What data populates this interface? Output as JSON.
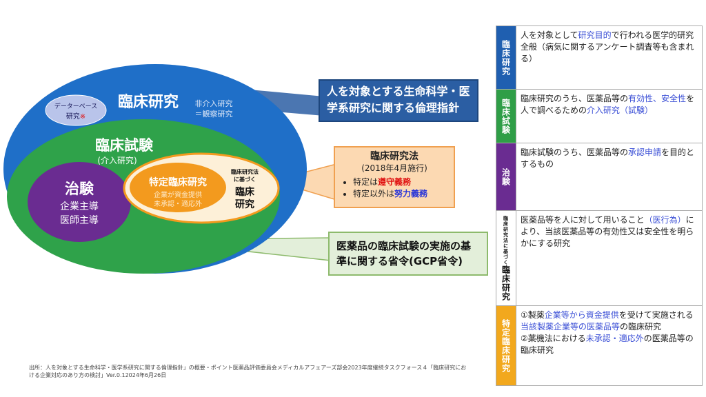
{
  "diagram": {
    "outer": {
      "title": "臨床研究",
      "sub1": "非介入研究",
      "sub2": "＝観察研究"
    },
    "database": {
      "line1": "データーベース",
      "line2": "研究",
      "mark": "※"
    },
    "middle": {
      "title": "臨床試験",
      "sub": "(介入研究)"
    },
    "chiken": {
      "title": "治験",
      "line1": "企業主導",
      "line2": "医師主導"
    },
    "tokutei": {
      "title": "特定臨床研究",
      "line1": "企業が資金提供",
      "line2": "未承認・適応外"
    },
    "law_based": {
      "line1": "臨床研究法",
      "line2": "に基づく",
      "line3": "臨床",
      "line4": "研究"
    }
  },
  "callouts": {
    "ethics": "人を対象とする生命科学・医学系研究に関する倫理指針",
    "law": {
      "title": "臨床研究法",
      "sub": "(2018年4月施行)",
      "item1_prefix": "特定は",
      "item1_em": "遵守義務",
      "item2_prefix": "特定以外は",
      "item2_em": "努力義務"
    },
    "gcp": "医薬品の臨床試験の実施の基準に関する省令(GCP省令)"
  },
  "source": "出所：人を対象とする生命科学・医学系研究に関する倫理指針」の概要・ポイント医薬品評価委員会メディカルアフェアーズ部会2023年度継続タスクフォース４「臨床研究における企業対応のあり方の検討」Ver.0.12024年6月26日",
  "table": [
    {
      "head": "臨床研究",
      "color": "#1f5fb0",
      "parts": [
        [
          "t",
          "人を対象として"
        ],
        [
          "h",
          "研究目的"
        ],
        [
          "t",
          "で行われる医学的研究全般（病気に関するアンケート調査等も含まれる）"
        ]
      ]
    },
    {
      "head": "臨床試験",
      "color": "#2f9e47",
      "parts": [
        [
          "t",
          "臨床研究のうち、医薬品等の"
        ],
        [
          "h",
          "有効性、安全性"
        ],
        [
          "t",
          "を人で調べるための"
        ],
        [
          "h",
          "介入研究（試験）"
        ]
      ]
    },
    {
      "head": "治験",
      "color": "#6a2c91",
      "parts": [
        [
          "t",
          "臨床試験のうち、医薬品等の"
        ],
        [
          "h",
          "承認申請"
        ],
        [
          "t",
          "を目的とするもの"
        ]
      ]
    },
    {
      "head_small": "臨床研究法に基づく",
      "head": "臨床研究",
      "color": "#ffffff",
      "parts": [
        [
          "t",
          "医薬品等を人に対して用いること"
        ],
        [
          "h",
          "（医行為）"
        ],
        [
          "t",
          "により、当該医薬品等の有効性又は安全性を明らかにする研究"
        ]
      ]
    },
    {
      "head": "特定臨床研究",
      "color": "#f2a81d",
      "parts": [
        [
          "t",
          "①製薬"
        ],
        [
          "h",
          "企業等から資金提供"
        ],
        [
          "t",
          "を受けて実施される"
        ],
        [
          "h",
          "当該製薬企業等の医薬品等"
        ],
        [
          "t",
          "の臨床研究"
        ],
        [
          "br",
          ""
        ],
        [
          "t",
          "②薬機法における"
        ],
        [
          "h",
          "未承認・適応外"
        ],
        [
          "t",
          "の医薬品等の臨床研究"
        ]
      ]
    }
  ],
  "colors": {
    "outer_blue": "#1f6fc8",
    "green": "#2fa24a",
    "purple": "#6a2c91",
    "orange": "#f39a1e",
    "navy": "#2b5ea3"
  }
}
